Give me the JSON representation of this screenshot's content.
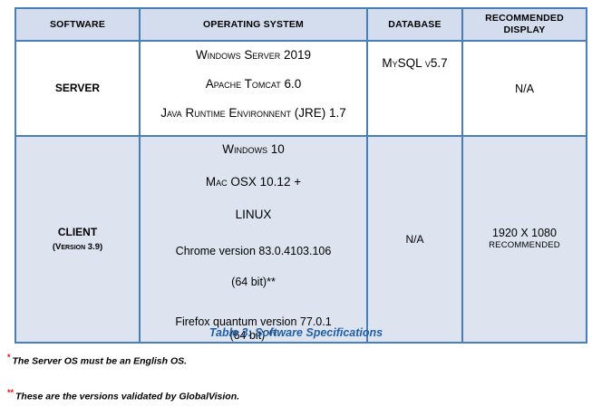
{
  "table": {
    "headers": [
      {
        "label": "SOFTWARE"
      },
      {
        "label": "OPERATING SYSTEM"
      },
      {
        "label": "DATABASE"
      },
      {
        "label": "RECOMMENDED DISPLAY"
      }
    ],
    "rows": [
      {
        "software": "SERVER",
        "software_sub": "",
        "os": [
          "Windows Server 2019",
          "Apache Tomcat 6.0",
          "Java Runtime Environnent (JRE) 1.7"
        ],
        "database": "MySQL v5.7",
        "display_main": "N/A",
        "display_sub": ""
      },
      {
        "software": "CLIENT",
        "software_sub": "(Version 3.9)",
        "os": [
          "Windows 10",
          "Mac OSX 10.12 +",
          "LINUX",
          "Chrome version 83.0.4103.106",
          "(64 bit)**",
          "Firefox quantum version  77.0.1",
          "(64 bit) **"
        ],
        "database": "N/A",
        "display_main": "1920 X 1080",
        "display_sub": "RECOMMENDED"
      }
    ]
  },
  "caption": "Table 3: Software Specifications",
  "footnotes": [
    {
      "marker": "*",
      "text": "The Server OS must be an English OS."
    },
    {
      "marker": "**",
      "text": "These are the versions validated by GlobalVision."
    }
  ],
  "colors": {
    "border": "#4a7ebb",
    "header_fill": "#d3ddee",
    "client_row_fill": "#dde4f0",
    "caption_blue": "#1f5fa9",
    "footnote_red": "#ff0000"
  }
}
